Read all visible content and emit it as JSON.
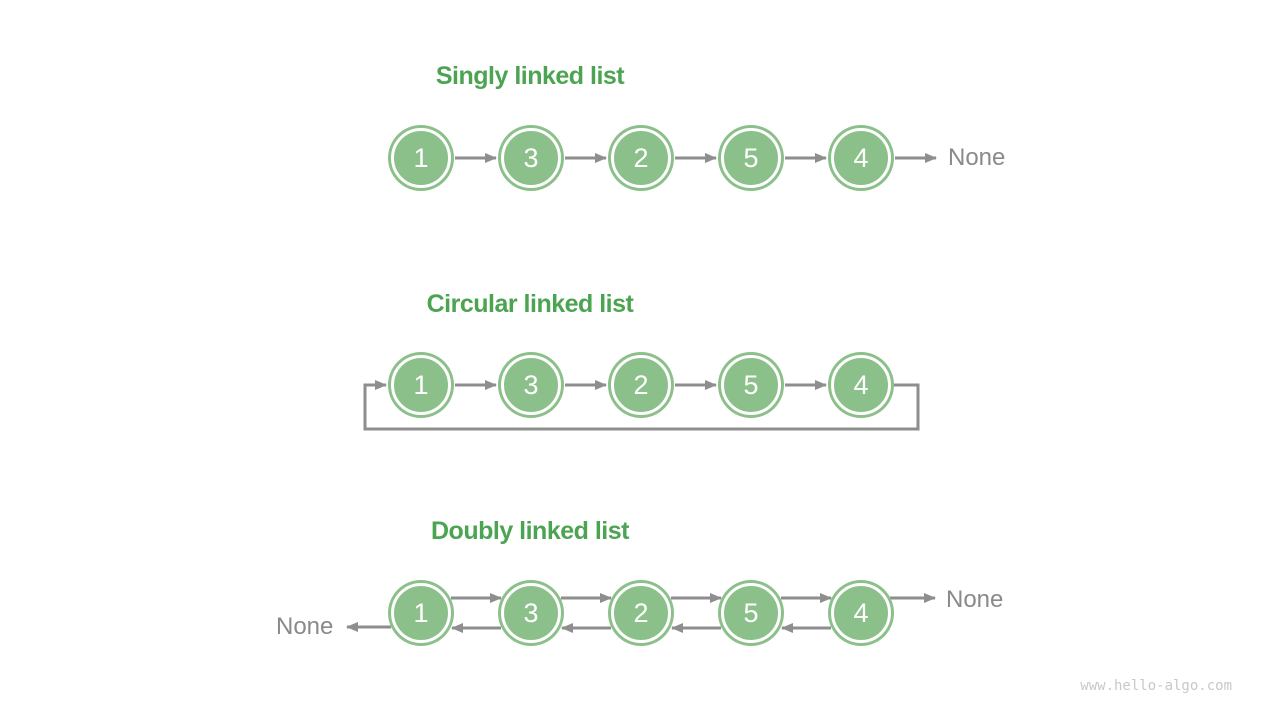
{
  "page": {
    "watermark": "www.hello-algo.com"
  },
  "colors": {
    "node_fill": "#8CC08A",
    "node_text": "#FFFFFF",
    "title_green": "#4CA452",
    "arrow_gray": "#8E8E8E",
    "none_gray": "#8A8A8A",
    "watermark_gray": "#C8C8C8",
    "background": "#FFFFFF"
  },
  "sections": {
    "singly": {
      "title": "Singly linked list",
      "nodes": [
        "1",
        "3",
        "2",
        "5",
        "4"
      ],
      "tail_label": "None"
    },
    "circular": {
      "title": "Circular linked list",
      "nodes": [
        "1",
        "3",
        "2",
        "5",
        "4"
      ]
    },
    "doubly": {
      "title": "Doubly linked list",
      "nodes": [
        "1",
        "3",
        "2",
        "5",
        "4"
      ],
      "head_label": "None",
      "tail_label": "None"
    }
  }
}
